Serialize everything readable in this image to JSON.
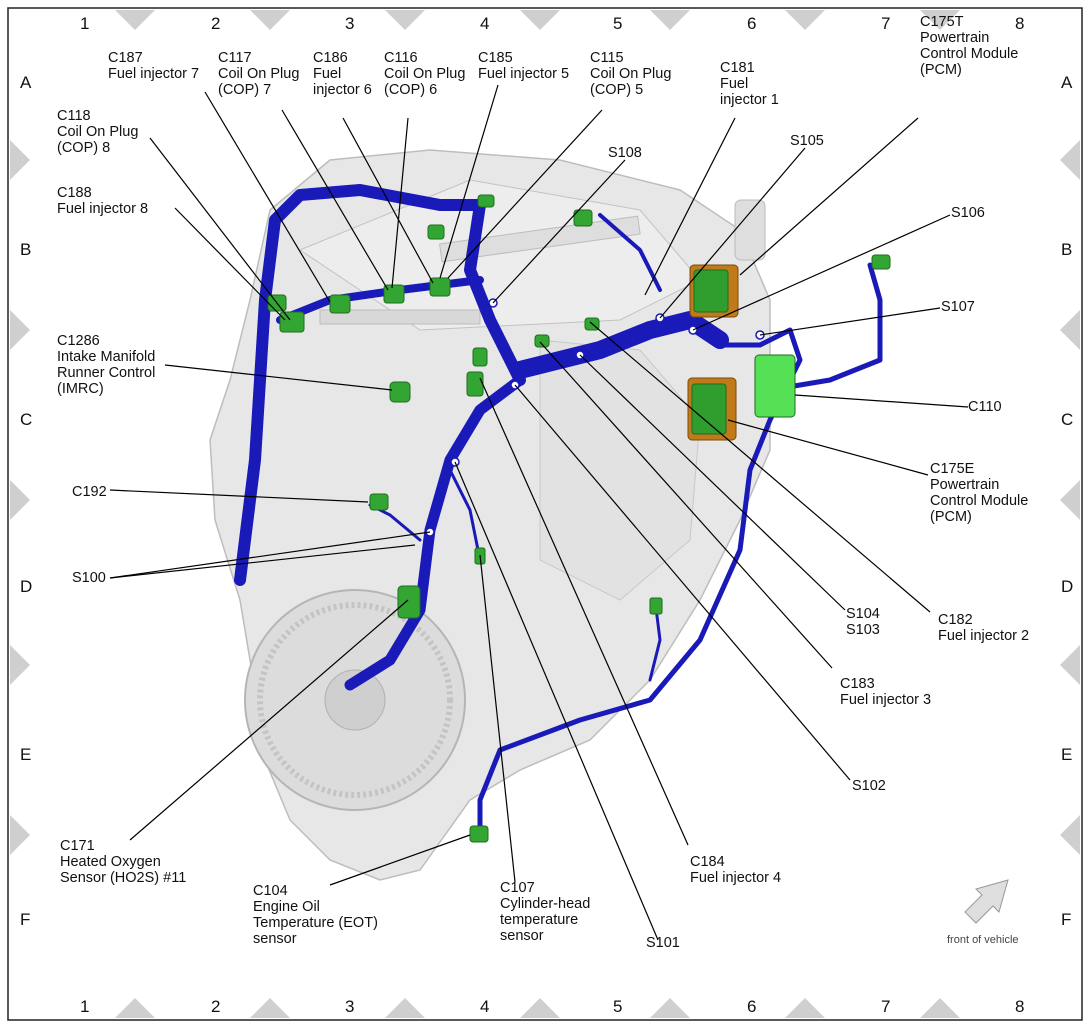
{
  "grid": {
    "columns": [
      "1",
      "2",
      "3",
      "4",
      "5",
      "6",
      "7",
      "8"
    ],
    "rows": [
      "A",
      "B",
      "C",
      "D",
      "E",
      "F"
    ]
  },
  "labels": {
    "c187": "C187\nFuel injector 7",
    "c117": "C117\nCoil On Plug\n(COP) 7",
    "c186": "C186\nFuel\ninjector 6",
    "c116": "C116\nCoil On Plug\n(COP) 6",
    "c185": "C185\nFuel injector 5",
    "c115": "C115\nCoil On Plug\n(COP) 5",
    "c181": "C181\nFuel\ninjector 1",
    "c175t": "C175T\nPowertrain\nControl Module\n(PCM)",
    "c118": "C118\nCoil On Plug\n(COP) 8",
    "s108": "S108",
    "s105": "S105",
    "c188": "C188\nFuel injector 8",
    "s106": "S106",
    "s107": "S107",
    "c1286": "C1286\nIntake Manifold\nRunner Control\n(IMRC)",
    "c110": "C110",
    "c175e": "C175E\nPowertrain\nControl Module\n(PCM)",
    "c192": "C192",
    "s100": "S100",
    "s104_s103": "S104\nS103",
    "c182": "C182\nFuel injector 2",
    "c183": "C183\nFuel injector 3",
    "s102": "S102",
    "c171": "C171\nHeated Oxygen\nSensor (HO2S) #11",
    "c104": "C104\nEngine Oil\nTemperature (EOT)\nsensor",
    "c107": "C107\nCylinder-head\ntemperature\nsensor",
    "c184": "C184\nFuel injector 4",
    "s101": "S101"
  },
  "front_of_vehicle": "front of vehicle",
  "colors": {
    "harness": "#1a1ab8",
    "connector": "#2f9e2f",
    "pcm_body": "#c07a1a",
    "engine": "#e6e6e6",
    "frame_marker": "#cfcfcf"
  }
}
